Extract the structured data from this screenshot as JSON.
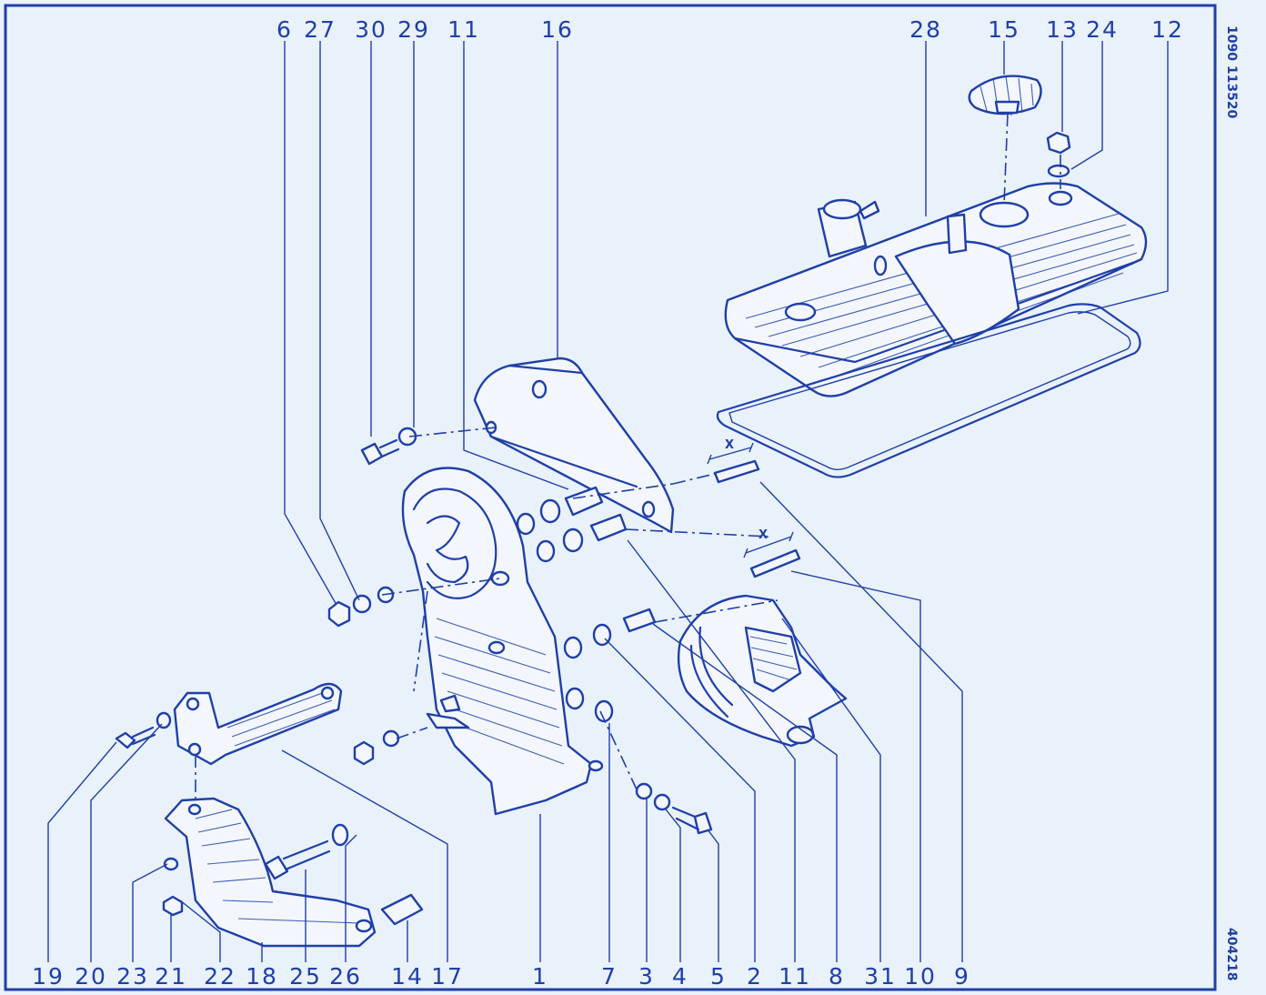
{
  "sidebar_codes": {
    "top": "1090 113520",
    "bottom": "404218"
  },
  "dimension_label": "X",
  "top_callouts": [
    "6",
    "27",
    "30",
    "29",
    "11",
    "16",
    "28",
    "15",
    "13",
    "24",
    "12"
  ],
  "bottom_callouts": [
    "19",
    "20",
    "23",
    "21",
    "22",
    "18",
    "25",
    "26",
    "14",
    "17",
    "1",
    "7",
    "3",
    "4",
    "5",
    "2",
    "11",
    "8",
    "31",
    "10",
    "9"
  ],
  "colors": {
    "ink": "#1f3fa8",
    "paper": "#e9f1fb"
  }
}
